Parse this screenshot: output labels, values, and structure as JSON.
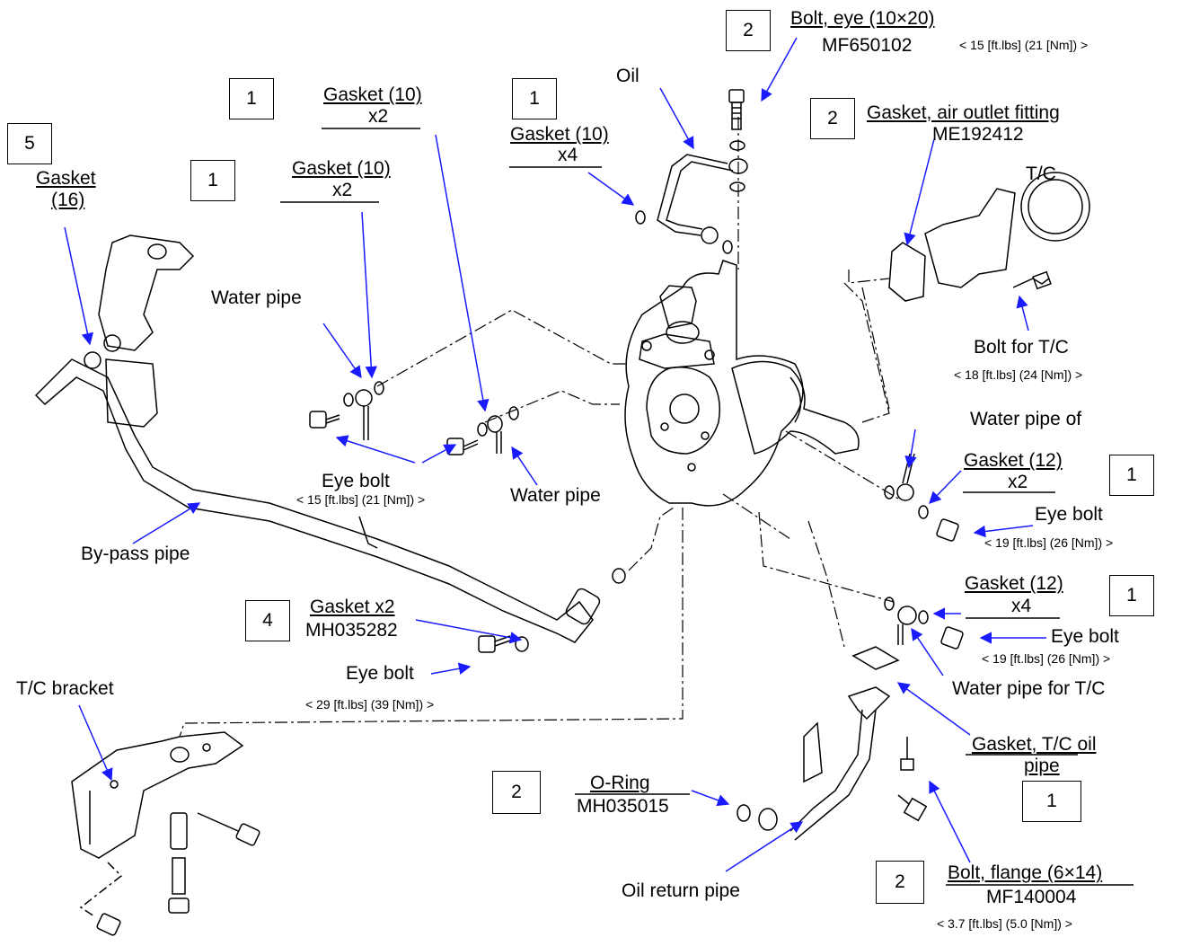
{
  "labels": {
    "bolt_eye_10x20": "Bolt, eye (10×20)",
    "mf650102": "MF650102",
    "torque_eye_top": "< 15 [ft.lbs] (21 [Nm]) >",
    "oil": "Oil",
    "gasket_10_a": "Gasket (10)",
    "x2_a": "x2",
    "gasket_10_b": "Gasket (10)",
    "x2_b": "x2",
    "gasket_10_c": "Gasket (10)",
    "x4_c": "x4",
    "gasket_air_outlet": "Gasket, air outlet fitting",
    "me192412": "ME192412",
    "tc": "T/C",
    "gasket_16_a": "Gasket",
    "gasket_16_b": "(16)",
    "water_pipe_left": "Water pipe",
    "bolt_for_tc": "Bolt for T/C",
    "torque_bolt_tc": "< 18 [ft.lbs] (24 [Nm]) >",
    "water_pipe_of": "Water pipe of",
    "gasket_12_a": "Gasket (12)",
    "x2_d": "x2",
    "eye_bolt_r1": "Eye bolt",
    "torque_r1": "< 19 [ft.lbs] (26 [Nm]) >",
    "eye_bolt_center": "Eye bolt",
    "torque_center": "< 15 [ft.lbs] (21 [Nm]) >",
    "water_pipe_center": "Water pipe",
    "bypass_pipe": "By-pass pipe",
    "gasket_12_b": "Gasket (12)",
    "x4_e": "x4",
    "eye_bolt_r2": "Eye bolt",
    "torque_r2": "< 19 [ft.lbs] (26 [Nm]) >",
    "gasket_x2": "Gasket x2",
    "mh035282": "MH035282",
    "eye_bolt_lower": "Eye bolt",
    "torque_lower": "< 29 [ft.lbs] (39 [Nm]) >",
    "water_pipe_for_tc": "Water pipe for T/C",
    "tc_bracket": "T/C bracket",
    "gasket_tc_oil_a": "Gasket, T/C oil",
    "gasket_tc_oil_b": "pipe",
    "o_ring": "O-Ring",
    "mh035015": "MH035015",
    "oil_return_pipe": "Oil return pipe",
    "bolt_flange": "Bolt, flange (6×14)",
    "mf140004": "MF140004",
    "torque_flange": "< 3.7 [ft.lbs] (5.0 [Nm]) >"
  },
  "qty": {
    "q_bolt_eye": "2",
    "q_gasket_10_a": "1",
    "q_gasket_10_b": "1",
    "q_gasket_10_c": "1",
    "q_gasket_air": "2",
    "q_gasket_16": "5",
    "q_gasket_12_a": "1",
    "q_gasket_12_b": "1",
    "q_gasket_x2": "4",
    "q_tc_oil": "1",
    "q_o_ring": "2",
    "q_bolt_flange": "2"
  },
  "colors": {
    "leader": "#1a1aff",
    "line": "#000000"
  }
}
